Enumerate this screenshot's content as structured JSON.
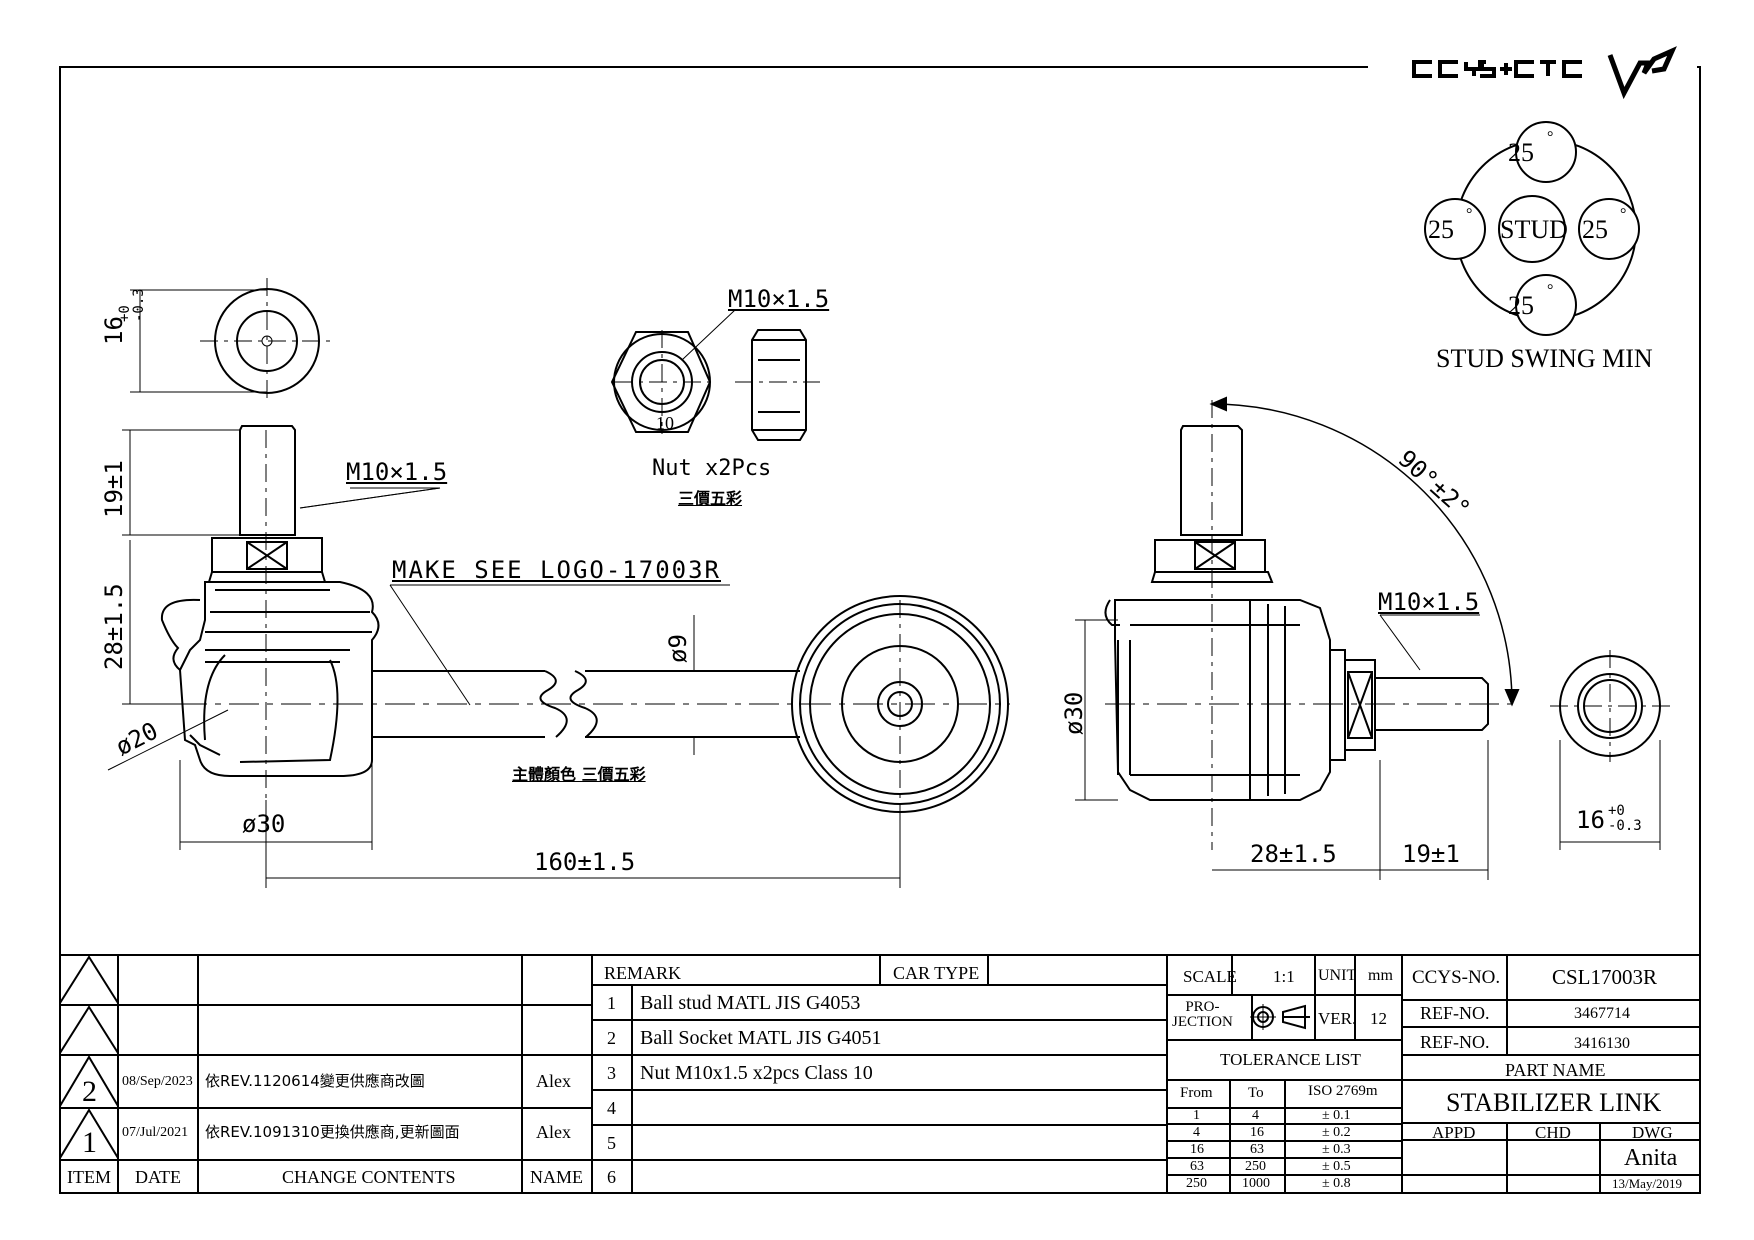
{
  "brand": {
    "logo_text": "CCYS+CTC"
  },
  "swing": {
    "center": "STUD",
    "top": "25",
    "left": "25",
    "right": "25",
    "bottom": "25",
    "unit": "°",
    "caption": "STUD SWING MIN"
  },
  "dims": {
    "stud_hex": "16",
    "stud_hex_tol": "+0\n-0.3",
    "len_19_left": "19±1",
    "len_28_left": "28±1.5",
    "dia20": "ø20",
    "dia30_left": "ø30",
    "len160": "160±1.5",
    "dia9": "ø9",
    "thread_left": "M10×1.5",
    "thread_nut": "M10×1.5",
    "nut_size": "10",
    "nut_qty": "Nut x2Pcs",
    "nut_color": "三價五彩",
    "make_note": "MAKE SEE LOGO-17003R",
    "body_color": "主體顏色 三價五彩",
    "angle": "90°±2°",
    "thread_right": "M10×1.5",
    "dia30_right": "ø30",
    "len28_right": "28±1.5",
    "len19_right": "19±1",
    "hex_right": "16",
    "hex_right_tol": "+0\n-0.3"
  },
  "revisions": {
    "rows": [
      {
        "item": "",
        "date": "",
        "content": "",
        "name": ""
      },
      {
        "item": "",
        "date": "",
        "content": "",
        "name": ""
      },
      {
        "item": "2",
        "date": "08/Sep/2023",
        "content": "依REV.1120614變更供應商改圖",
        "name": "Alex"
      },
      {
        "item": "1",
        "date": "07/Jul/2021",
        "content": "依REV.1091310更換供應商,更新圖面",
        "name": "Alex"
      }
    ],
    "header": {
      "item": "ITEM",
      "date": "DATE",
      "content": "CHANGE CONTENTS",
      "name": "NAME"
    }
  },
  "remarks": {
    "label": "REMARK",
    "car_type_label": "CAR TYPE",
    "rows": [
      {
        "no": "1",
        "text": "Ball stud MATL JIS G4053"
      },
      {
        "no": "2",
        "text": "Ball Socket MATL JIS G4051"
      },
      {
        "no": "3",
        "text": "Nut M10x1.5 x2pcs Class 10"
      },
      {
        "no": "4",
        "text": ""
      },
      {
        "no": "5",
        "text": ""
      },
      {
        "no": "6",
        "text": ""
      }
    ]
  },
  "title_block": {
    "scale_label": "SCALE",
    "scale": "1:1",
    "unit_label": "UNIT",
    "unit": "mm",
    "projection_label": "PRO-\nJECTION",
    "ver_label": "VER.",
    "ver": "12",
    "tolerance_title": "TOLERANCE LIST",
    "tol_headers": [
      "From",
      "To",
      "ISO 2769m"
    ],
    "tol_rows": [
      [
        "1",
        "4",
        "± 0.1"
      ],
      [
        "4",
        "16",
        "± 0.2"
      ],
      [
        "16",
        "63",
        "± 0.3"
      ],
      [
        "63",
        "250",
        "± 0.5"
      ],
      [
        "250",
        "1000",
        "± 0.8"
      ]
    ],
    "ccys_no_label": "CCYS-NO.",
    "ccys_no": "CSL17003R",
    "ref1_label": "REF-NO.",
    "ref1": "3467714",
    "ref2_label": "REF-NO.",
    "ref2": "3416130",
    "part_name_label": "PART NAME",
    "part_name": "STABILIZER LINK",
    "appd_label": "APPD",
    "chd_label": "CHD",
    "dwg_label": "DWG",
    "drawer": "Anita",
    "date": "13/May/2019"
  }
}
